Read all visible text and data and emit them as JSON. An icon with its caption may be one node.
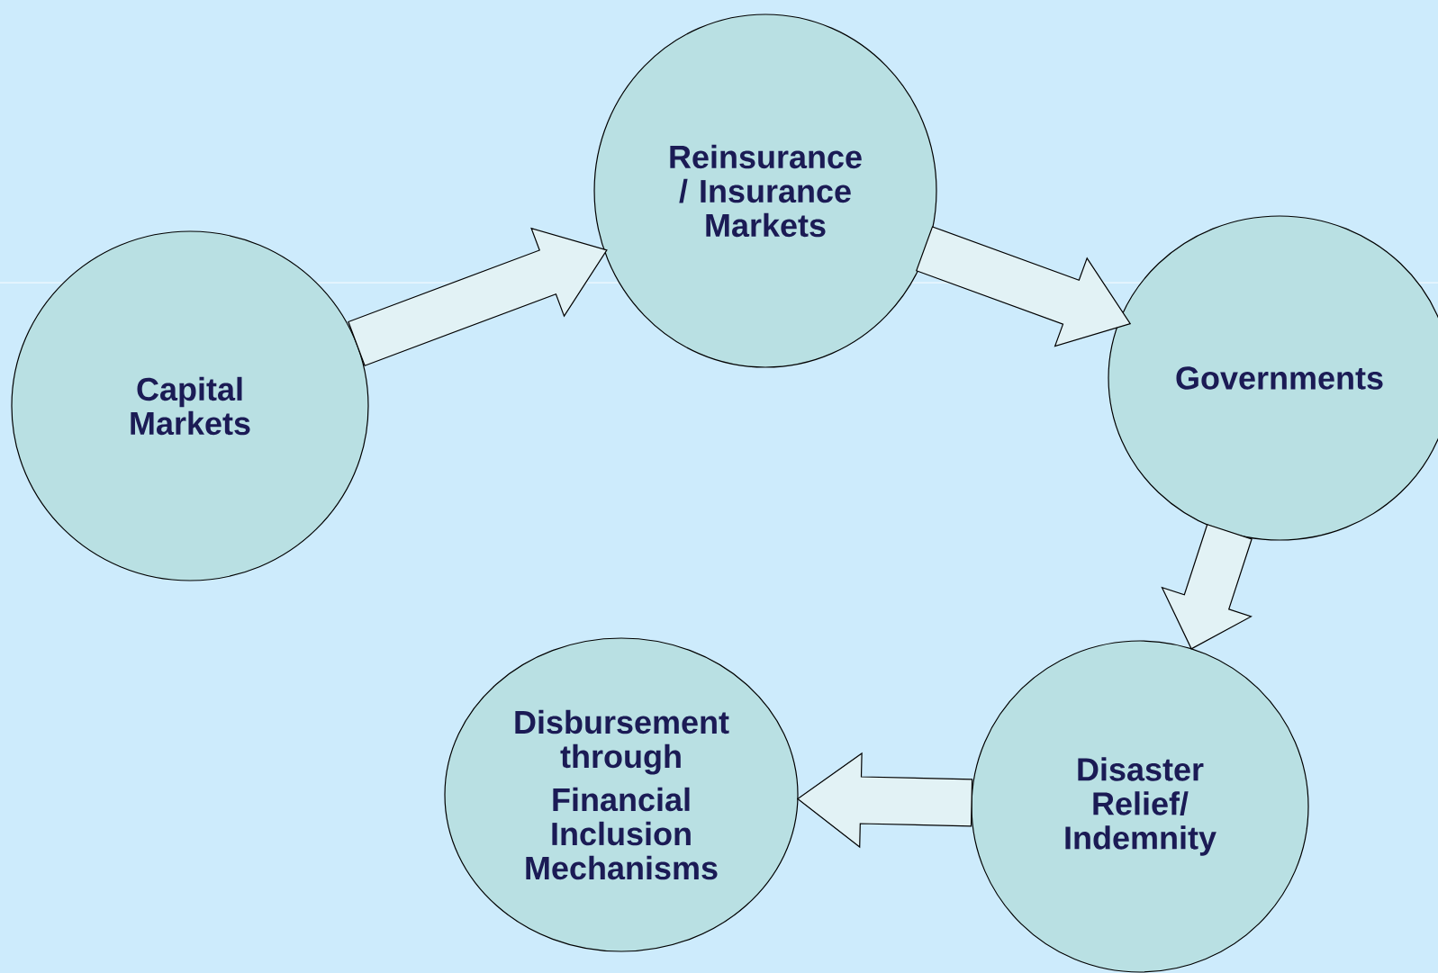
{
  "diagram": {
    "nodes": [
      {
        "text": [
          "Capital Markets"
        ]
      },
      {
        "text": [
          "Reinsurance / Insurance Markets"
        ]
      },
      {
        "text": [
          "Governments"
        ]
      },
      {
        "text": [
          "Disaster Relief/ Indemnity"
        ]
      },
      {
        "text": [
          "Disbursement through",
          "Financial Inclusion Mechanisms"
        ]
      }
    ],
    "edges": [
      {
        "from": 0,
        "to": 1,
        "arrow": "to"
      },
      {
        "from": 1,
        "to": 2,
        "arrow": "to"
      },
      {
        "from": 2,
        "to": 3,
        "arrow": "to"
      },
      {
        "from": 3,
        "to": 4,
        "arrow": "to"
      }
    ]
  }
}
